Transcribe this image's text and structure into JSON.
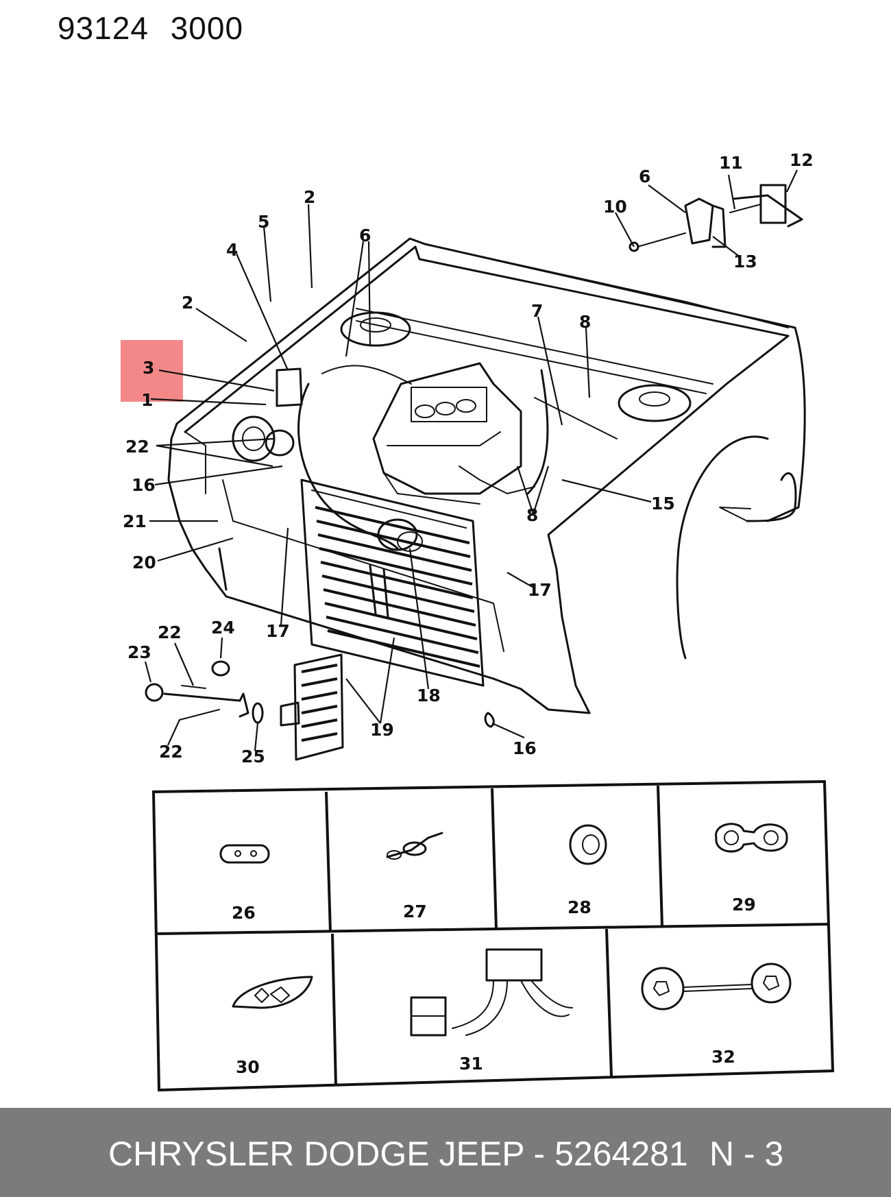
{
  "header": {
    "part_ref": "93124 3000"
  },
  "callouts": [
    {
      "id": "c2a",
      "text": "2"
    },
    {
      "id": "c5",
      "text": "5"
    },
    {
      "id": "c6a",
      "text": "6"
    },
    {
      "id": "c4",
      "text": "4"
    },
    {
      "id": "c2b",
      "text": "2"
    },
    {
      "id": "c3",
      "text": "3"
    },
    {
      "id": "c1",
      "text": "1"
    },
    {
      "id": "c22a",
      "text": "22"
    },
    {
      "id": "c16a",
      "text": "16"
    },
    {
      "id": "c21",
      "text": "21"
    },
    {
      "id": "c20",
      "text": "20"
    },
    {
      "id": "c17a",
      "text": "17"
    },
    {
      "id": "c17b",
      "text": "17"
    },
    {
      "id": "c18",
      "text": "18"
    },
    {
      "id": "c19",
      "text": "19"
    },
    {
      "id": "c16b",
      "text": "16"
    },
    {
      "id": "c15",
      "text": "15"
    },
    {
      "id": "c8a",
      "text": "8"
    },
    {
      "id": "c8b",
      "text": "8"
    },
    {
      "id": "c7",
      "text": "7"
    },
    {
      "id": "c10",
      "text": "10"
    },
    {
      "id": "c6b",
      "text": "6"
    },
    {
      "id": "c11",
      "text": "11"
    },
    {
      "id": "c12",
      "text": "12"
    },
    {
      "id": "c13",
      "text": "13"
    },
    {
      "id": "c22b",
      "text": "22"
    },
    {
      "id": "c24",
      "text": "24"
    },
    {
      "id": "c23",
      "text": "23"
    },
    {
      "id": "c22c",
      "text": "22"
    },
    {
      "id": "c25",
      "text": "25"
    }
  ],
  "grid_panels": [
    {
      "label": "26"
    },
    {
      "label": "27"
    },
    {
      "label": "28"
    },
    {
      "label": "29"
    },
    {
      "label": "30"
    },
    {
      "label": "31"
    },
    {
      "label": "32"
    }
  ],
  "highlight": {
    "callout": "3",
    "color": "#f05a5a"
  },
  "footer": {
    "brand_part": "CHRYSLER DODGE JEEP - 5264281",
    "page": "N - 3"
  }
}
